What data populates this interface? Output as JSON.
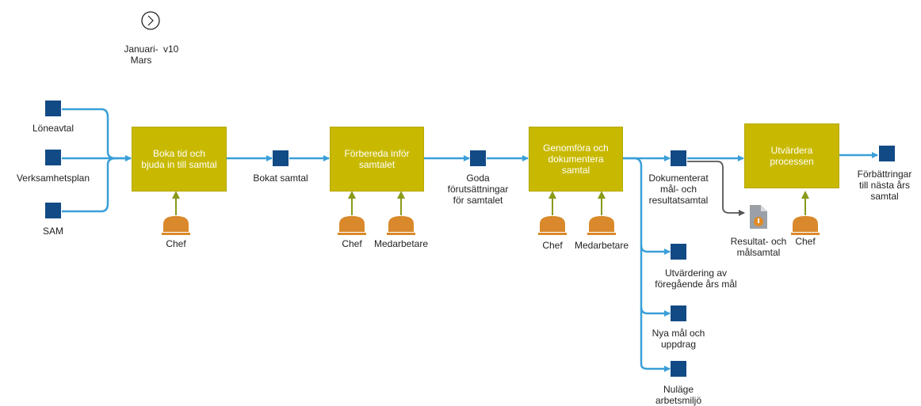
{
  "timer": {
    "label": "Januari-\nMars",
    "week": "v10"
  },
  "inputs": [
    "Löneavtal",
    "Verksamhetsplan",
    "SAM"
  ],
  "processes": [
    "Boka tid och\nbjuda in till samtal",
    "Förbereda inför\nsamtalet",
    "Genomföra och\ndokumentera\nsamtal",
    "Utvärdera\nprocessen"
  ],
  "outputs": {
    "bokat": "Bokat samtal",
    "goda": "Goda\nförutsättningar\nför samtalet",
    "dokumenterat": "Dokumenterat\nmål- och\nresultatsamtal",
    "utvardering": "Utvärdering av\nföregående års mål",
    "nya_mal": "Nya mål och\nuppdrag",
    "nulage": "Nuläge\narbetsmiljö",
    "forbattringar": "Förbättringar\ntill nästa års\nsamtal",
    "document": "Resultat- och\nmålsamtal"
  },
  "roles": {
    "r1": "Chef",
    "r2": "Chef",
    "r3": "Medarbetare",
    "r4": "Chef",
    "r5": "Medarbetare",
    "r6": "Chef"
  },
  "colors": {
    "process": "#c8b900",
    "flow": "#3a9fd8",
    "data": "#124a85",
    "role": "#d9892b",
    "control": "#8a9a1a"
  }
}
